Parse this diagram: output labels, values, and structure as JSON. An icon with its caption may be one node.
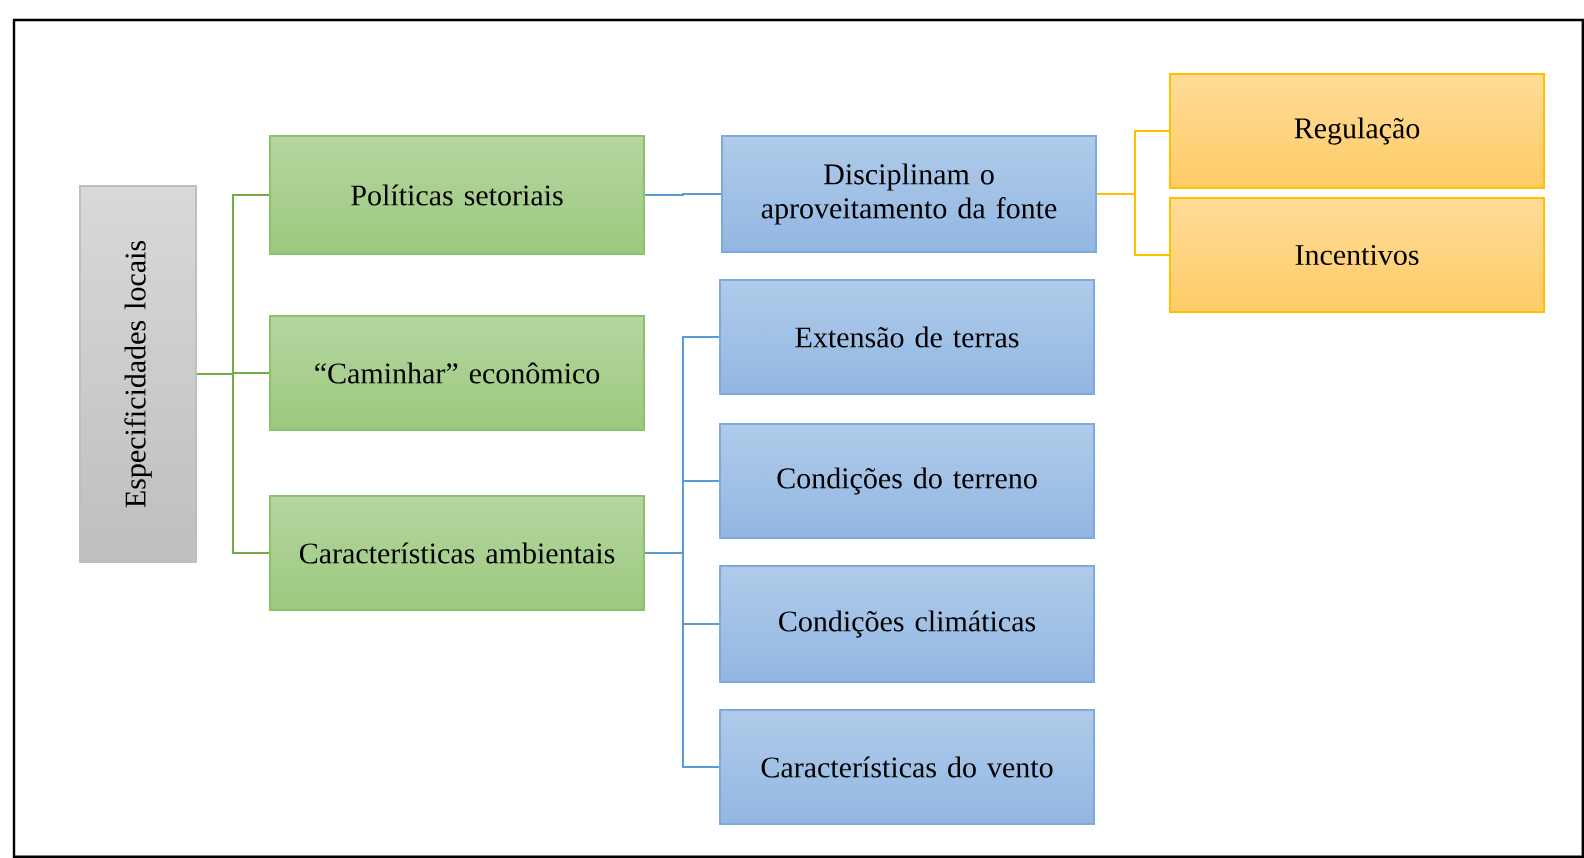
{
  "diagram": {
    "nodes": [
      {
        "text": [
          "Especificidades locais"
        ]
      },
      {
        "text": [
          "Políticas setoriais"
        ]
      },
      {
        "text": [
          "“Caminhar” econômico"
        ]
      },
      {
        "text": [
          "Características ambientais"
        ]
      },
      {
        "text": [
          "Disciplinam o aproveitamento da fonte"
        ]
      },
      {
        "text": [
          "Regulação"
        ]
      },
      {
        "text": [
          "Incentivos"
        ]
      },
      {
        "text": [
          "Extensão de terras"
        ]
      },
      {
        "text": [
          "Condições do terreno"
        ]
      },
      {
        "text": [
          "Condições climáticas"
        ]
      },
      {
        "text": [
          "Características do vento"
        ]
      }
    ],
    "edges": [
      {
        "from": 0,
        "to": 1,
        "arrow": "none",
        "color": "#70ad47"
      },
      {
        "from": 0,
        "to": 2,
        "arrow": "none",
        "color": "#70ad47"
      },
      {
        "from": 0,
        "to": 3,
        "arrow": "none",
        "color": "#70ad47"
      },
      {
        "from": 1,
        "to": 4,
        "arrow": "none"
      },
      {
        "from": 4,
        "to": 5,
        "arrow": "none",
        "color": "#ffc000"
      },
      {
        "from": 4,
        "to": 6,
        "arrow": "none",
        "color": "#ffc000"
      },
      {
        "from": 3,
        "to": 7,
        "arrow": "none"
      },
      {
        "from": 3,
        "to": 8,
        "arrow": "none"
      },
      {
        "from": 3,
        "to": 9,
        "arrow": "none"
      },
      {
        "from": 3,
        "to": 10,
        "arrow": "none"
      }
    ]
  }
}
